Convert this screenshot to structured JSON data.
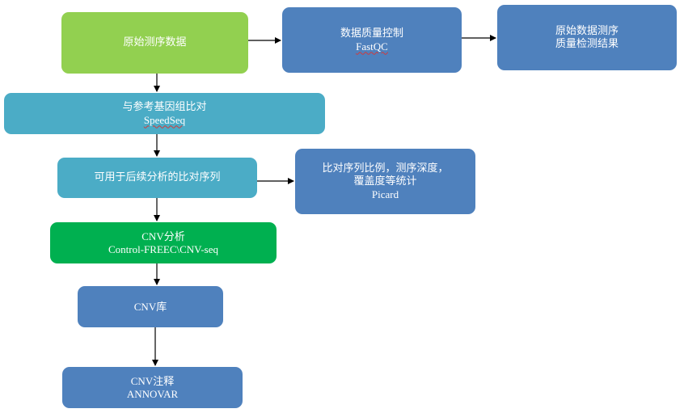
{
  "colors": {
    "green_light": "#92d050",
    "blue": "#4f81bd",
    "cyan": "#4bacc6",
    "green": "#00b050",
    "arrow": "#000000",
    "text": "#ffffff"
  },
  "nodes": {
    "raw_data": {
      "line1": "原始测序数据"
    },
    "qc": {
      "line1": "数据质量控制",
      "line2": "FastQC"
    },
    "qc_result": {
      "line1": "原始数据测序",
      "line2": "质量检测结果"
    },
    "align": {
      "line1": "与参考基因组比对",
      "line2": "SpeedSeq"
    },
    "usable": {
      "line1": "可用于后续分析的比对序列"
    },
    "stats": {
      "line1": "比对序列比例，测序深度，",
      "line2": "覆盖度等统计",
      "line3": "Picard"
    },
    "cnv_analysis": {
      "line1": "CNV分析",
      "line2": "Control-FREEC\\CNV-seq"
    },
    "cnv_db": {
      "line1": "CNV库"
    },
    "cnv_annot": {
      "line1": "CNV注释",
      "line2": "ANNOVAR"
    }
  }
}
